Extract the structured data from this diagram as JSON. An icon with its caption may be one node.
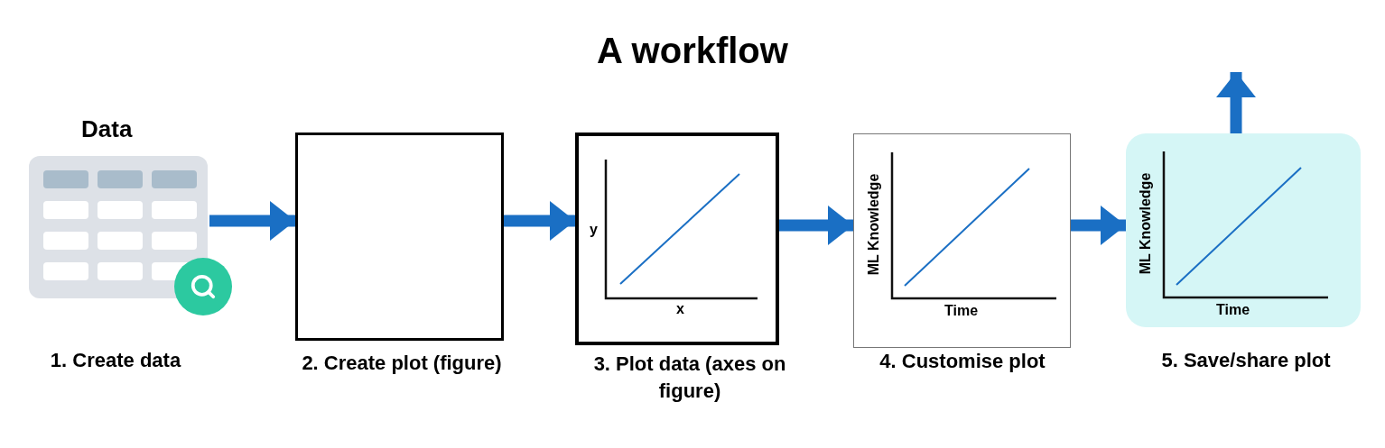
{
  "diagram": {
    "title": "A workflow",
    "nodes": [
      {
        "text": [
          "Data"
        ],
        "beside": [
          "1. Create data"
        ]
      },
      {
        "text": [],
        "shape": "box",
        "beside": [
          "2. Create plot (figure)"
        ]
      },
      {
        "text": [
          "y",
          "x"
        ],
        "beside": [
          "3. Plot data (axes on figure)"
        ]
      },
      {
        "text": [
          "ML Knowledge",
          "Time"
        ],
        "beside": [
          "4. Customise plot"
        ]
      },
      {
        "text": [
          "ML Knowledge",
          "Time"
        ],
        "beside": [
          "5. Save/share plot"
        ]
      }
    ],
    "edges": [
      {
        "from": 0,
        "to": 1,
        "arrow": "to"
      },
      {
        "from": 1,
        "to": 2,
        "arrow": "to"
      },
      {
        "from": 2,
        "to": 3,
        "arrow": "to"
      },
      {
        "from": 3,
        "to": 4,
        "arrow": "to"
      },
      {
        "from": 4,
        "to": null,
        "arrow": "to"
      }
    ]
  }
}
